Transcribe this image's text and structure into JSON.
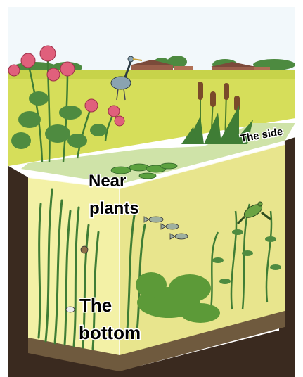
{
  "labels": {
    "the_side": "The side",
    "near_plants_line1": "Near",
    "near_plants_line2": "plants",
    "the_bottom_line1": "The",
    "the_bottom_line2": "bottom"
  },
  "colors": {
    "sky": "#f2f8fb",
    "meadow": "#d6de5a",
    "meadow_far": "#c7d34a",
    "water_surface": "#cfe3a8",
    "water_body": "#f3f1a6",
    "water_body_dark": "#e8e58d",
    "soil": "#3a2a1f",
    "soil_light": "#5a4231",
    "plant": "#3f7d35",
    "flower": "#e0607c",
    "tree": "#4d8a40",
    "barn": "#9a5f4a"
  },
  "icons": [
    "heron-icon",
    "frog-icon",
    "fish-icon",
    "flower-icon",
    "cattail-icon",
    "lily-pad-icon",
    "snail-icon",
    "beetle-icon"
  ]
}
